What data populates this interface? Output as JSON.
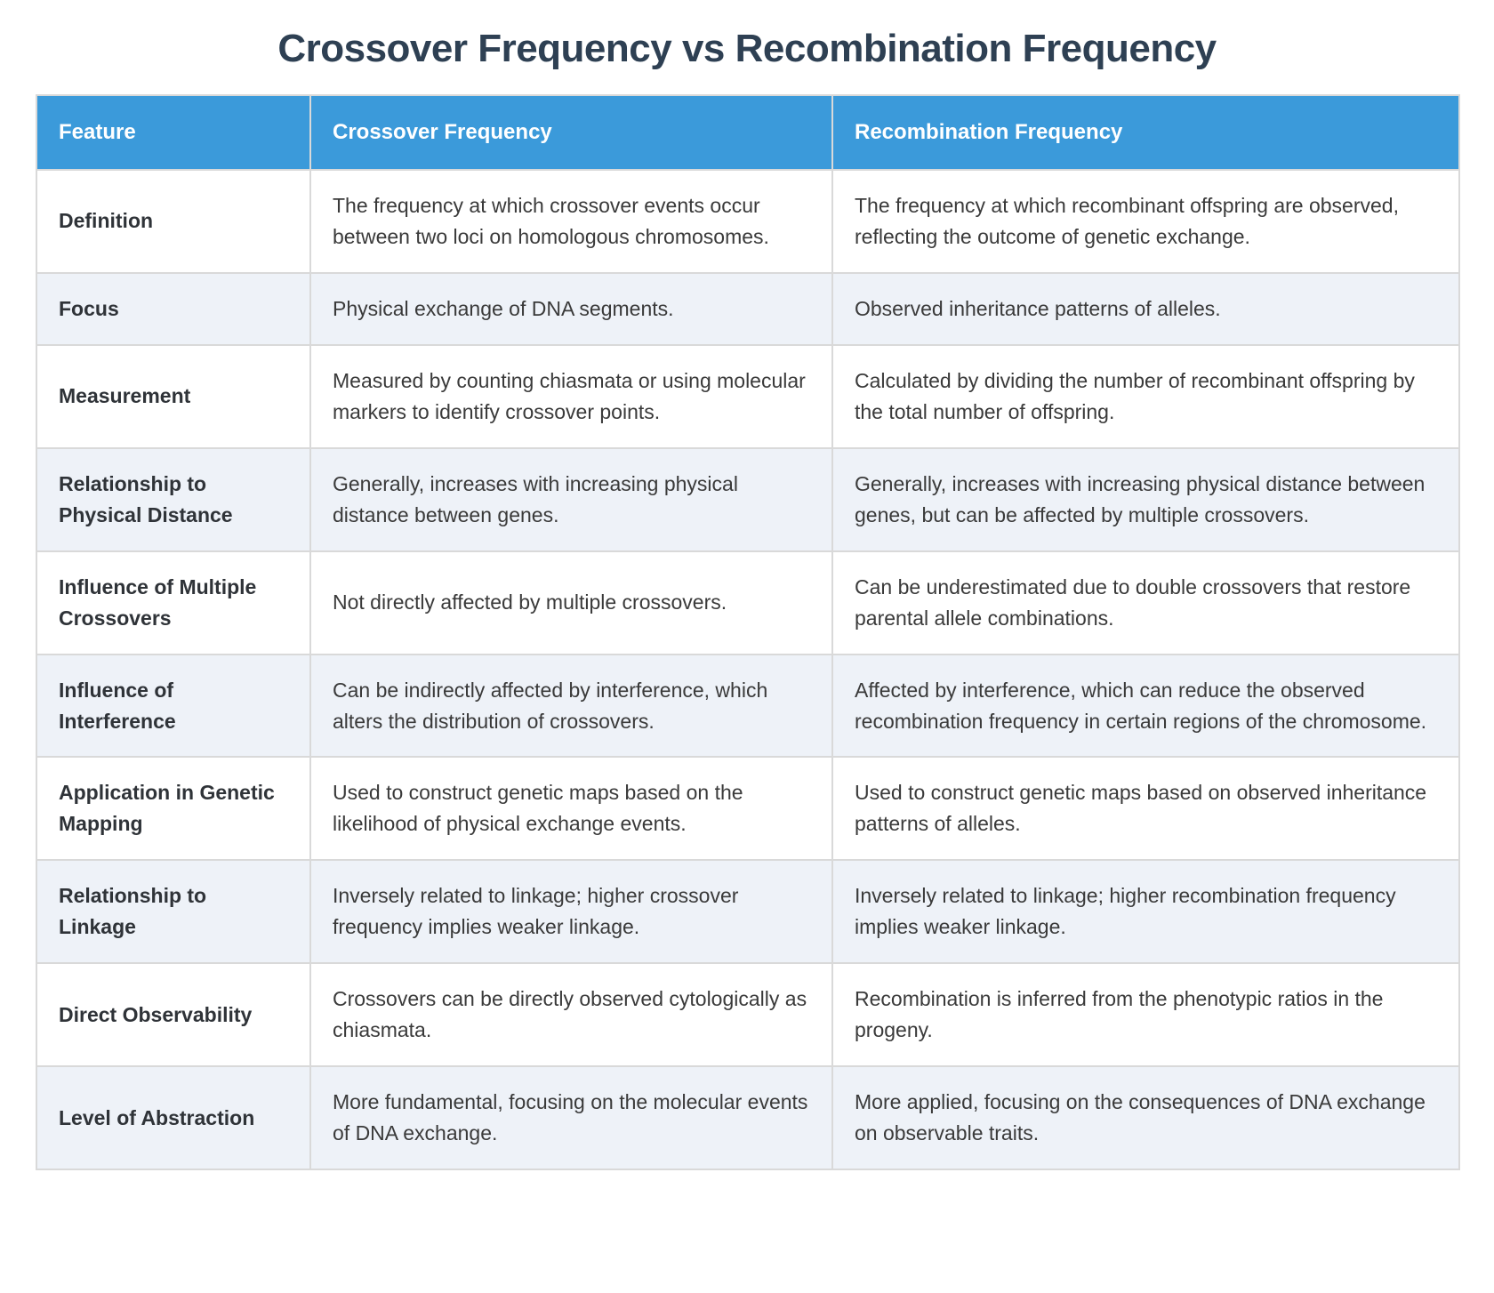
{
  "page_title": "Crossover Frequency vs Recombination Frequency",
  "colors": {
    "header_bg": "#3b9ada",
    "header_text": "#ffffff",
    "title_text": "#2e4053",
    "stripe_bg": "#eef2f8",
    "border": "#d9d9d9",
    "body_text": "#3a3a3a"
  },
  "table": {
    "headers": [
      "Feature",
      "Crossover Frequency",
      "Recombination Frequency"
    ],
    "rows": [
      {
        "feature": "Definition",
        "crossover": "The frequency at which crossover events occur between two loci on homologous chromosomes.",
        "recombination": "The frequency at which recombinant offspring are observed, reflecting the outcome of genetic exchange."
      },
      {
        "feature": "Focus",
        "crossover": "Physical exchange of DNA segments.",
        "recombination": "Observed inheritance patterns of alleles."
      },
      {
        "feature": "Measurement",
        "crossover": "Measured by counting chiasmata or using molecular markers to identify crossover points.",
        "recombination": "Calculated by dividing the number of recombinant offspring by the total number of offspring."
      },
      {
        "feature": "Relationship to Physical Distance",
        "crossover": "Generally, increases with increasing physical distance between genes.",
        "recombination": "Generally, increases with increasing physical distance between genes, but can be affected by multiple crossovers."
      },
      {
        "feature": "Influence of Multiple Crossovers",
        "crossover": "Not directly affected by multiple crossovers.",
        "recombination": "Can be underestimated due to double crossovers that restore parental allele combinations."
      },
      {
        "feature": "Influence of Interference",
        "crossover": "Can be indirectly affected by interference, which alters the distribution of crossovers.",
        "recombination": "Affected by interference, which can reduce the observed recombination frequency in certain regions of the chromosome."
      },
      {
        "feature": "Application in Genetic Mapping",
        "crossover": "Used to construct genetic maps based on the likelihood of physical exchange events.",
        "recombination": "Used to construct genetic maps based on observed inheritance patterns of alleles."
      },
      {
        "feature": "Relationship to Linkage",
        "crossover": "Inversely related to linkage; higher crossover frequency implies weaker linkage.",
        "recombination": "Inversely related to linkage; higher recombination frequency implies weaker linkage."
      },
      {
        "feature": "Direct Observability",
        "crossover": "Crossovers can be directly observed cytologically as chiasmata.",
        "recombination": "Recombination is inferred from the phenotypic ratios in the progeny."
      },
      {
        "feature": "Level of Abstraction",
        "crossover": "More fundamental, focusing on the molecular events of DNA exchange.",
        "recombination": "More applied, focusing on the consequences of DNA exchange on observable traits."
      }
    ]
  }
}
